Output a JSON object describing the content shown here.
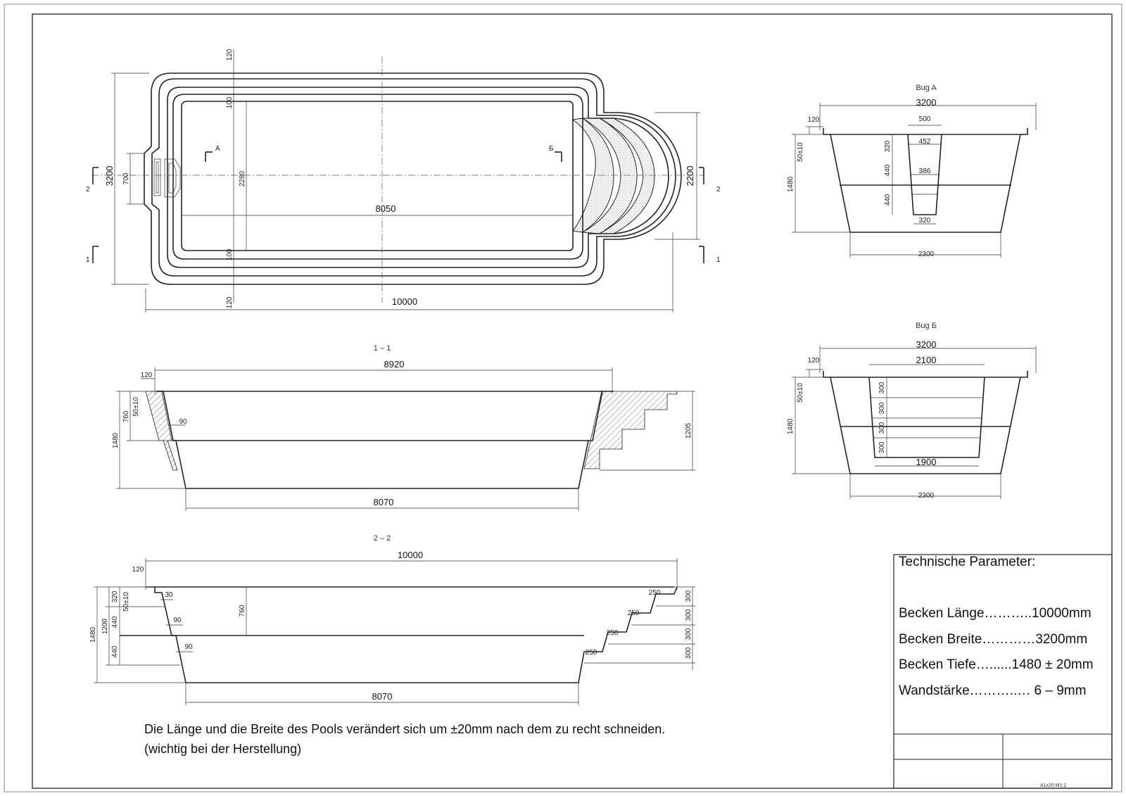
{
  "plan": {
    "length": "10000",
    "inner_length": "8050",
    "width": "3200",
    "width_steps": "2200",
    "inner_width": "2280",
    "recess": "700",
    "edge": "120",
    "rim": "100",
    "sec_a": "А",
    "sec_b": "Б",
    "sec1": "1",
    "sec2": "2"
  },
  "bug_a": {
    "title": "Bug A",
    "top": "3200",
    "rim": "120",
    "tol": "50±10",
    "depth": "1480",
    "bottom": "2300",
    "step_w": [
      "500",
      "452",
      "386",
      "320"
    ],
    "step_h": [
      "320",
      "440",
      "440"
    ]
  },
  "bug_b": {
    "title": "Bug Б",
    "top": "3200",
    "steps_top": "2100",
    "rim": "120",
    "tol": "50±10",
    "depth": "1480",
    "steps_bottom": "1900",
    "bottom": "2300",
    "step_h": [
      "300",
      "300",
      "300",
      "300"
    ]
  },
  "sec11": {
    "title": "1 – 1",
    "top": "8920",
    "rim": "120",
    "tol": "50±10",
    "shallow": "760",
    "depth": "1480",
    "ledge": "90",
    "stairs_h": "1205",
    "bottom": "8070"
  },
  "sec22": {
    "title": "2 – 2",
    "top": "10000",
    "rim": "120",
    "d320": "320",
    "tol": "50±10",
    "d1200": "1200",
    "d440a": "440",
    "d440b": "440",
    "depth": "1480",
    "d30": "30",
    "d90a": "90",
    "d90b": "90",
    "shallow": "760",
    "step_w": "250",
    "step_h": "300",
    "bottom": "8070"
  },
  "note": {
    "line1": "Die Länge und die Breite des Pools verändert sich um ±20mm nach dem zu recht schneiden.",
    "line2": "(wichtig bei der Herstellung)"
  },
  "params": {
    "title": "Technische Parameter:",
    "rows": [
      "Becken Länge………..10000mm",
      "Becken Breite…………3200mm",
      "Becken Tiefe…......1480 ± 20mm",
      "Wandstärke………..… 6 – 9mm"
    ]
  },
  "stamp": "A1x20 M1:1"
}
